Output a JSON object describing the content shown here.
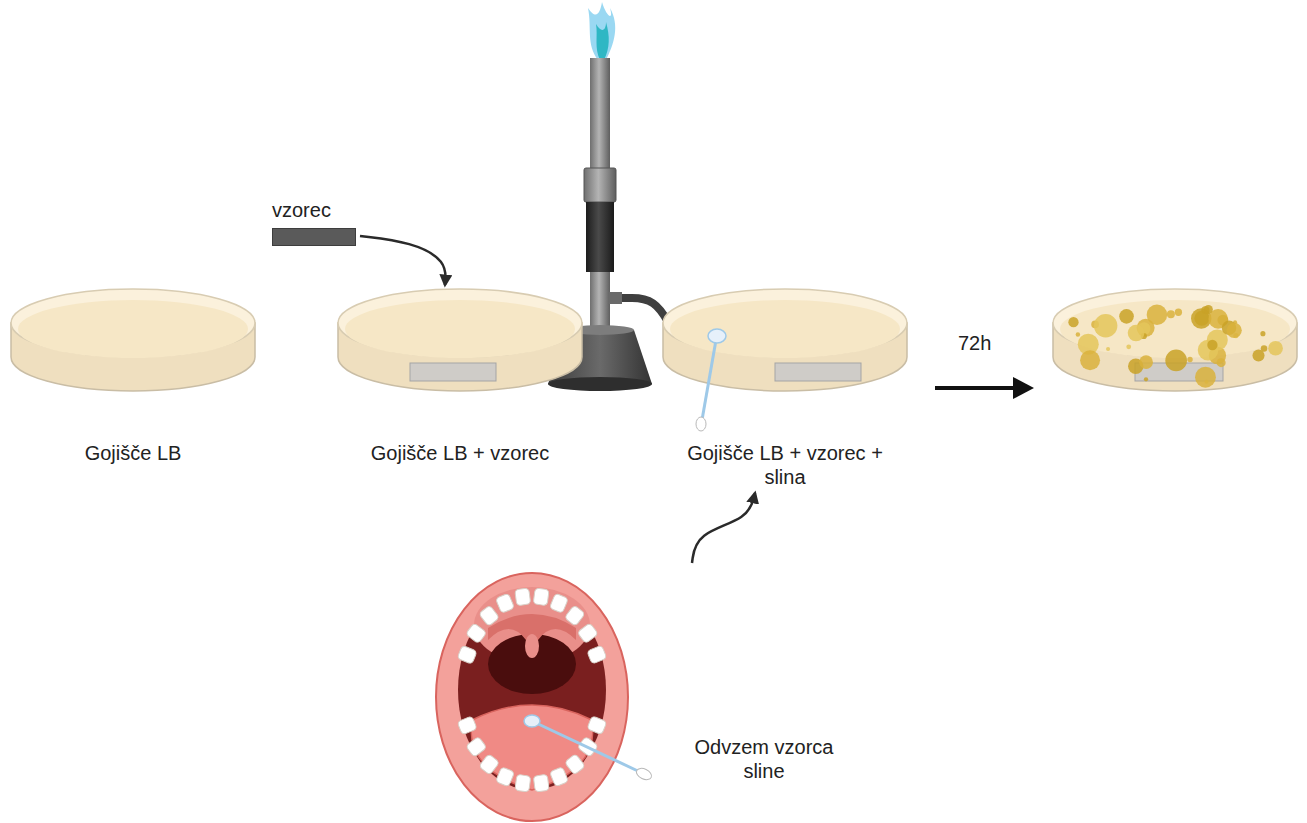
{
  "diagram": {
    "nodes": [
      {
        "text": [
          "vzorec"
        ]
      },
      {
        "text": [
          "Gojišče LB"
        ]
      },
      {
        "text": [
          "Gojišče LB + vzorec"
        ]
      },
      {
        "text": [
          "Gojišče LB + vzorec + slina"
        ]
      },
      {
        "text": [
          "Odvzem vzorca sline"
        ]
      }
    ],
    "edges": [
      {
        "from": 0,
        "to": 2,
        "arrow": "to"
      },
      {
        "from": 4,
        "to": 3,
        "arrow": "to"
      }
    ],
    "labels": [
      "72h"
    ]
  }
}
